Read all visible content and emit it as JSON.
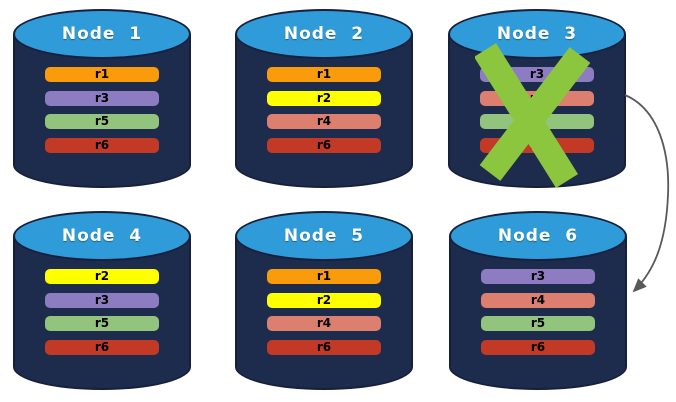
{
  "diagram": {
    "nodes": [
      {
        "label": "Node  1",
        "failed": false,
        "replicas": [
          {
            "id": "r1"
          },
          {
            "id": "r3"
          },
          {
            "id": "r5"
          },
          {
            "id": "r6"
          }
        ]
      },
      {
        "label": "Node  2",
        "failed": false,
        "replicas": [
          {
            "id": "r1"
          },
          {
            "id": "r2"
          },
          {
            "id": "r4"
          },
          {
            "id": "r6"
          }
        ]
      },
      {
        "label": "Node  3",
        "failed": true,
        "replicas": [
          {
            "id": "r3"
          },
          {
            "id": "r4"
          },
          {
            "id": "r5"
          },
          {
            "id": "r6"
          }
        ]
      },
      {
        "label": "Node  4",
        "failed": false,
        "replicas": [
          {
            "id": "r2"
          },
          {
            "id": "r3"
          },
          {
            "id": "r5"
          },
          {
            "id": "r6"
          }
        ]
      },
      {
        "label": "Node  5",
        "failed": false,
        "replicas": [
          {
            "id": "r1"
          },
          {
            "id": "r2"
          },
          {
            "id": "r4"
          },
          {
            "id": "r6"
          }
        ]
      },
      {
        "label": "Node  6",
        "failed": false,
        "replicas": [
          {
            "id": "r3"
          },
          {
            "id": "r4"
          },
          {
            "id": "r5"
          },
          {
            "id": "r6"
          }
        ]
      }
    ],
    "replica_colors": {
      "r1": "#F99B0B",
      "r2": "#FFFF00",
      "r3": "#8E7CC3",
      "r4": "#DD7F6F",
      "r5": "#93C47D",
      "r6": "#C23A26"
    },
    "colors": {
      "cylinder_body": "#1D2B4D",
      "cylinder_top": "#2F9BD8",
      "cylinder_outline": "#16203C",
      "x_mark": "#8CC63F",
      "arrow": "#595959",
      "node_label": "#FFFFFF",
      "bar_label": "#000000"
    },
    "failure": {
      "node_label": "Node  3",
      "indicator": "x-mark"
    },
    "arrow": {
      "from": "Node  3",
      "to": "Node  6"
    }
  }
}
